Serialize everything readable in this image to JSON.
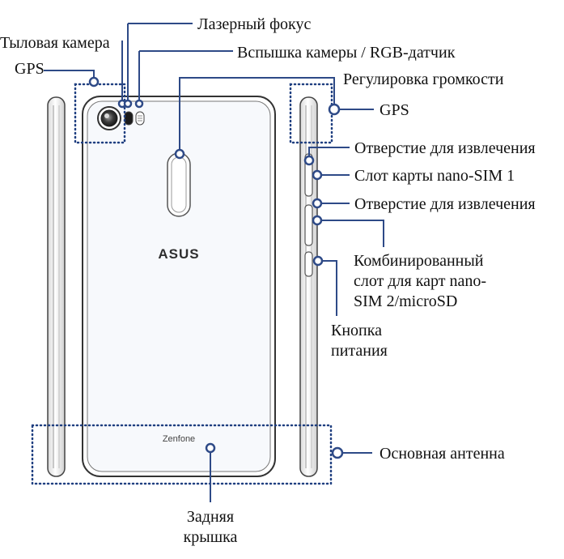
{
  "colors": {
    "callout": "#2e4a87",
    "outline": "#444444",
    "dotted_zone": "#1f3f80",
    "text": "#111111"
  },
  "device": {
    "brand_logo": "ASUS",
    "model_text": "Zenfone"
  },
  "labels": {
    "rear_camera": "Тыловая камера",
    "gps_left": "GPS",
    "laser_focus": "Лазерный фокус",
    "flash_rgb": "Вспышка камеры / RGB-датчик",
    "volume": "Регулировка громкости",
    "gps_right": "GPS",
    "eject_hole_1": "Отверстие для извлечения",
    "nano_sim_1": "Слот карты nano-SIM 1",
    "eject_hole_2": "Отверстие для извлечения",
    "combo_slot_line1": "Комбинированный",
    "combo_slot_line2": "слот для карт nano-",
    "combo_slot_line3": "SIM 2/microSD",
    "power_line1": "Кнопка",
    "power_line2": "питания",
    "main_antenna": "Основная антенна",
    "back_cover_line1": "Задняя",
    "back_cover_line2": "крышка"
  }
}
